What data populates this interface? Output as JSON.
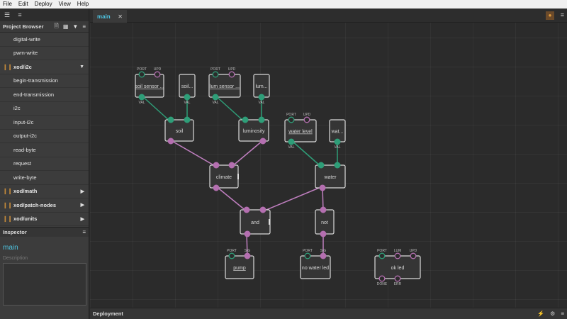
{
  "menu": [
    "File",
    "Edit",
    "Deploy",
    "View",
    "Help"
  ],
  "project_browser": {
    "title": "Project Browser",
    "items": [
      {
        "label": "digital-write",
        "kind": "leaf"
      },
      {
        "label": "pwm-write",
        "kind": "leaf"
      },
      {
        "label": "xod/i2c",
        "kind": "lib",
        "expanded": true
      },
      {
        "label": "begin-transmission",
        "kind": "leaf"
      },
      {
        "label": "end-transmission",
        "kind": "leaf"
      },
      {
        "label": "i2c",
        "kind": "leaf"
      },
      {
        "label": "input-i2c",
        "kind": "leaf"
      },
      {
        "label": "output-i2c",
        "kind": "leaf"
      },
      {
        "label": "read-byte",
        "kind": "leaf"
      },
      {
        "label": "request",
        "kind": "leaf"
      },
      {
        "label": "write-byte",
        "kind": "leaf"
      },
      {
        "label": "xod/math",
        "kind": "lib",
        "expanded": false
      },
      {
        "label": "xod/patch-nodes",
        "kind": "lib",
        "expanded": false
      },
      {
        "label": "xod/units",
        "kind": "lib",
        "expanded": false
      }
    ]
  },
  "inspector": {
    "title": "Inspector",
    "name": "main",
    "description_label": "Description"
  },
  "tabs": [
    {
      "label": "main",
      "active": true
    }
  ],
  "deployment": {
    "label": "Deployment"
  },
  "colors": {
    "accent": "#4ec3e0",
    "pin_green": "#2e9e78",
    "pin_purple": "#b46fb0",
    "link_green": "#2e9e78",
    "link_purple": "#c07fc0",
    "node_border": "#d9d9d9",
    "node_fill": "#353535"
  },
  "graph": {
    "nodes": [
      {
        "id": "soil_sensor",
        "label": "soil sensor ..."
      },
      {
        "id": "soil_const",
        "label": "soil..."
      },
      {
        "id": "lum_sensor",
        "label": "lum sensor ..."
      },
      {
        "id": "lum_const",
        "label": "lum..."
      },
      {
        "id": "soil",
        "label": "soil"
      },
      {
        "id": "luminosity",
        "label": "luminosity"
      },
      {
        "id": "water_level",
        "label": "water level"
      },
      {
        "id": "wat_const",
        "label": "wat..."
      },
      {
        "id": "climate",
        "label": "climate"
      },
      {
        "id": "water",
        "label": "water"
      },
      {
        "id": "and",
        "label": "and"
      },
      {
        "id": "not",
        "label": "not"
      },
      {
        "id": "pump",
        "label": "pump"
      },
      {
        "id": "no_water_led",
        "label": "no water led"
      },
      {
        "id": "ok_led",
        "label": "ok led"
      }
    ],
    "pin_labels": {
      "port": "PORT",
      "upd": "UPD",
      "val": "VAL",
      "sig": "SIG",
      "lum": "LUM",
      "done": "DONE",
      "err": "ERR"
    }
  }
}
